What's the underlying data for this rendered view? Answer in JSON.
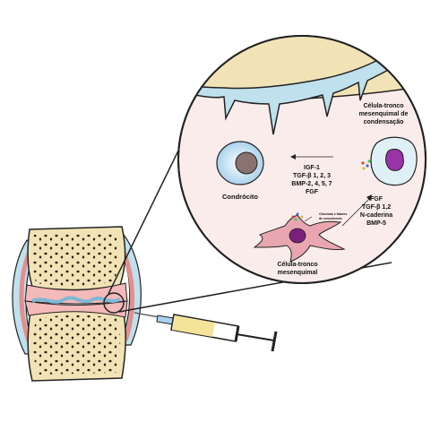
{
  "labels": {
    "condrocito": "Condrócito",
    "condensacao": [
      "Célula-tronco",
      "mesenquimal de",
      "condensação"
    ],
    "mesenquimal": [
      "Célula-tronco",
      "mesenquimal"
    ],
    "factors_top": [
      "IGF-1",
      "TGF-β 1, 2, 3",
      "BMP-2, 4, 5, 7",
      "FGF"
    ],
    "factors_right": [
      "FGF",
      "TGF-β 1,2",
      "N-caderina",
      "BMP-5"
    ],
    "small_note": [
      "Citocinas e fatores",
      "de crescimento"
    ]
  },
  "colors": {
    "bone": "#f1e3b6",
    "cartilage": "#f4b9b9",
    "synovial": "#bfe1ee",
    "circle_bg": "#fbecec",
    "stem_cell": "#e8a7b0",
    "nucleus": "#7a1f7a",
    "syringe_fluid": "#f4e49a"
  }
}
